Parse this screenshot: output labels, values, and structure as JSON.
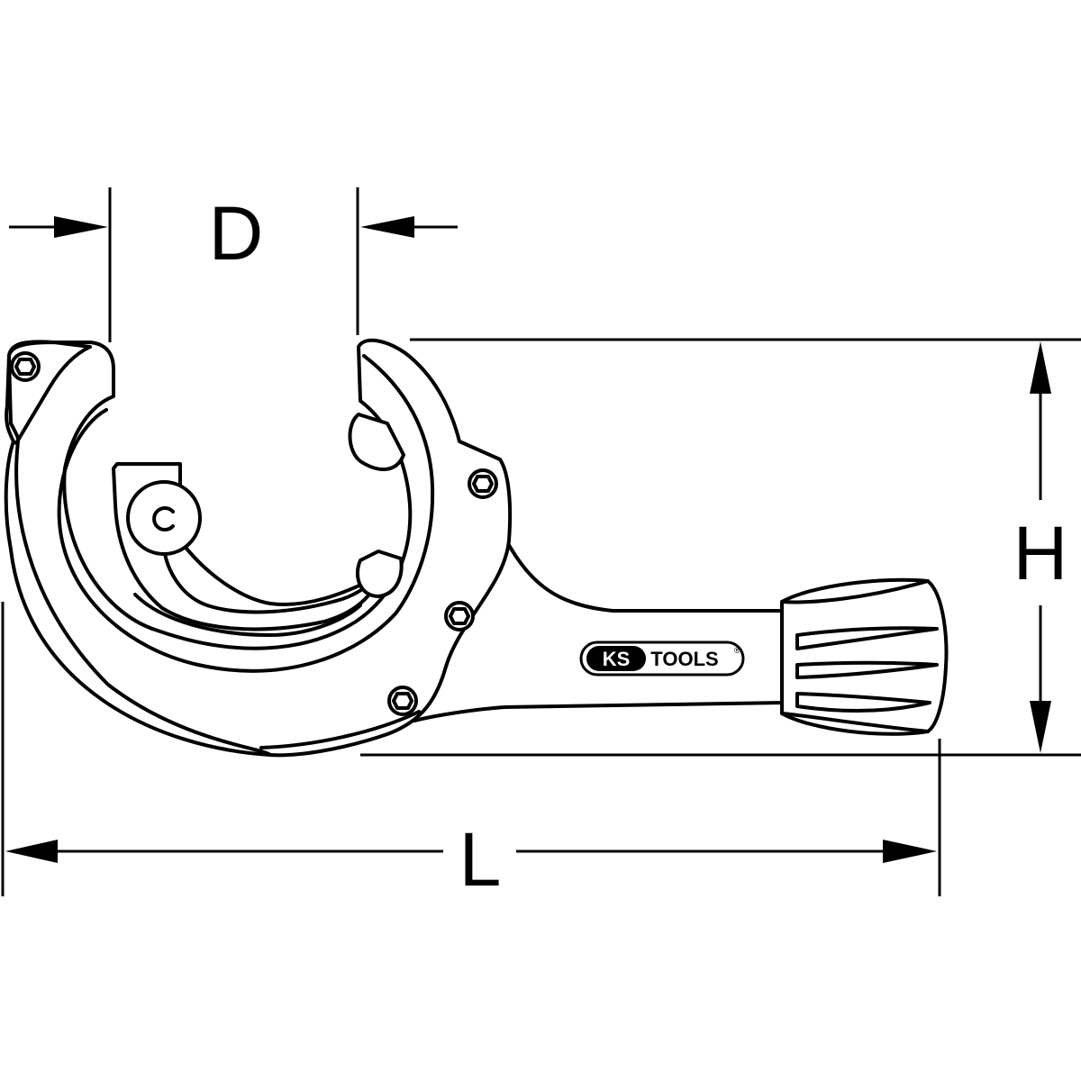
{
  "dimensions": {
    "diameter_label": "D",
    "height_label": "H",
    "length_label": "L"
  },
  "logo": {
    "brand_ks": "KS",
    "brand_tools": "TOOLS",
    "registered_mark": "®"
  },
  "colors": {
    "line": "#000000",
    "background": "#ffffff"
  },
  "icons": {
    "arrow": "arrowhead",
    "screw": "hex-socket-screw"
  }
}
